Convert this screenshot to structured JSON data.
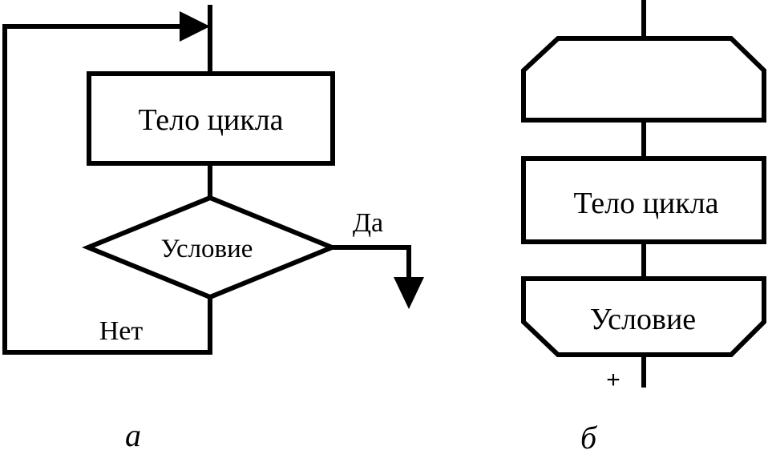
{
  "diagram_a": {
    "body_label": "Тело цикла",
    "condition_label": "Условие",
    "yes_label": "Да",
    "no_label": "Нет",
    "caption": "а"
  },
  "diagram_b": {
    "body_label": "Тело цикла",
    "condition_label": "Условие",
    "plus_label": "+",
    "caption": "б"
  },
  "colors": {
    "stroke": "#000000",
    "background": "#ffffff"
  }
}
